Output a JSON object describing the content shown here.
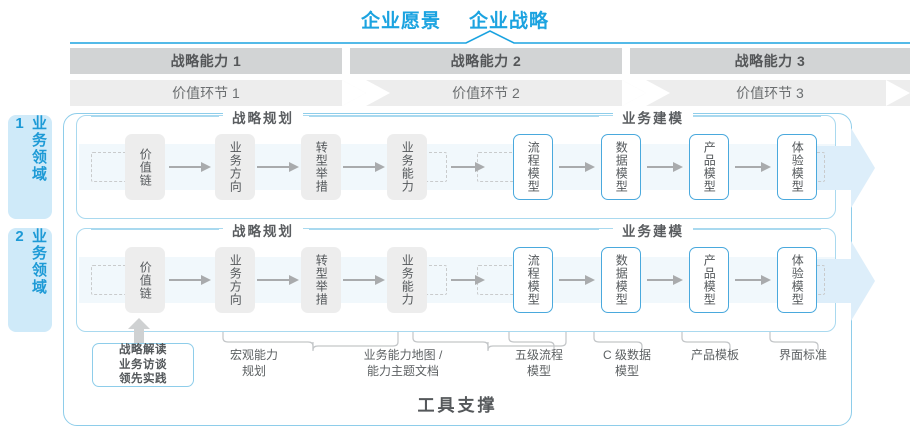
{
  "header": {
    "vision_title": "企业愿景",
    "strategy_title": "企业战略",
    "capabilities": [
      {
        "label": "战略能力 1"
      },
      {
        "label": "战略能力 2"
      },
      {
        "label": "战略能力 3"
      }
    ],
    "value_links": [
      {
        "label": "价值环节 1"
      },
      {
        "label": "价值环节 2"
      },
      {
        "label": "价值环节 3"
      }
    ]
  },
  "domains": [
    {
      "label": "业务领域 1"
    },
    {
      "label": "业务领域 2"
    }
  ],
  "sections": {
    "planning_title": "战略规划",
    "modeling_title": "业务建模"
  },
  "lane1": {
    "nodes": [
      {
        "label": "价值链",
        "style": "grey"
      },
      {
        "label": "业务方向",
        "style": "grey"
      },
      {
        "label": "转型举措",
        "style": "grey"
      },
      {
        "label": "业务能力",
        "style": "grey"
      },
      {
        "label": "流程模型",
        "style": "blue"
      },
      {
        "label": "数据模型",
        "style": "blue"
      },
      {
        "label": "产品模型",
        "style": "blue"
      },
      {
        "label": "体验模型",
        "style": "blue"
      }
    ]
  },
  "lane2": {
    "nodes": [
      {
        "label": "价值链",
        "style": "grey"
      },
      {
        "label": "业务方向",
        "style": "grey"
      },
      {
        "label": "转型举措",
        "style": "grey"
      },
      {
        "label": "业务能力",
        "style": "grey"
      },
      {
        "label": "流程模型",
        "style": "blue"
      },
      {
        "label": "数据模型",
        "style": "blue"
      },
      {
        "label": "产品模型",
        "style": "blue"
      },
      {
        "label": "体验模型",
        "style": "blue"
      }
    ]
  },
  "tools": {
    "box_lines": "战略解读\n业务访谈\n领先实践",
    "labels": [
      {
        "text": "宏观能力\n规划"
      },
      {
        "text": "业务能力地图 /\n能力主题文档"
      },
      {
        "text": "五级流程\n模型"
      },
      {
        "text": "C 级数据\n模型"
      },
      {
        "text": "产品模板"
      },
      {
        "text": "界面标准"
      }
    ],
    "support_title": "工具支撑"
  },
  "colors": {
    "accent_blue": "#1ba3e0",
    "node_blue_border": "#4aa9dd",
    "frame_blue": "#8ecdea",
    "header_grey": "#d2d4d5",
    "subheader_grey": "#ededed",
    "band_blue": "#f1f8fc",
    "domain_tab_bg": "#cfeaf9",
    "arrow_grey": "#a9abad",
    "big_arrow_blue": "#ddeefa"
  }
}
